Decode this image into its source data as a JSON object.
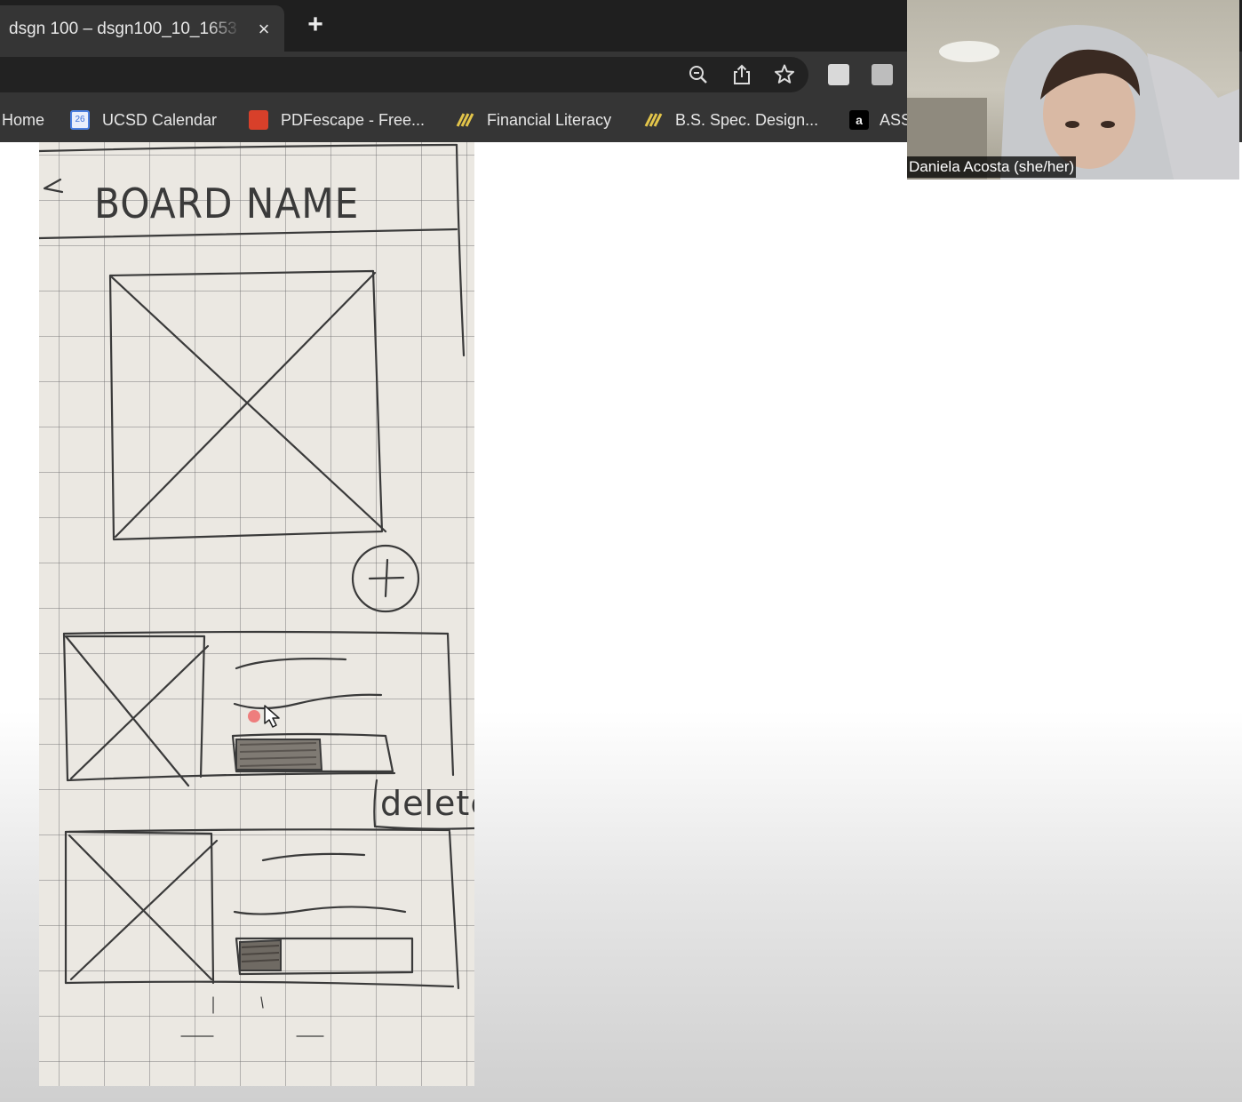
{
  "browser": {
    "tab": {
      "title": "dsgn 100 – dsgn100_10_1653",
      "close": "×"
    },
    "new_tab": "+",
    "toolbar_icons": [
      "zoom-icon",
      "share-icon",
      "star-icon",
      "extension-icon",
      "profile-icon"
    ],
    "bookmarks": [
      {
        "label": "Home",
        "icon": ""
      },
      {
        "label": "UCSD Calendar",
        "icon": "calendar-icon",
        "icon_text": "26"
      },
      {
        "label": "PDFescape - Free...",
        "icon": "pdf-icon"
      },
      {
        "label": "Financial Literacy",
        "icon": "folder-stripes-icon"
      },
      {
        "label": "B.S. Spec. Design...",
        "icon": "folder-stripes-icon"
      },
      {
        "label": "ASS",
        "icon": "amazon-icon",
        "icon_text": "a"
      }
    ]
  },
  "sketch": {
    "back_glyph": "<",
    "board_name": "BOARD NAME",
    "add_glyph": "+",
    "delete_label": "delete"
  },
  "video": {
    "participant_name": "Daniela Acosta (she/her)"
  },
  "colors": {
    "chrome_dark": "#1f1f1f",
    "chrome_mid": "#353535",
    "paper": "#ebe8e2",
    "pencil": "#3a3a3a"
  }
}
